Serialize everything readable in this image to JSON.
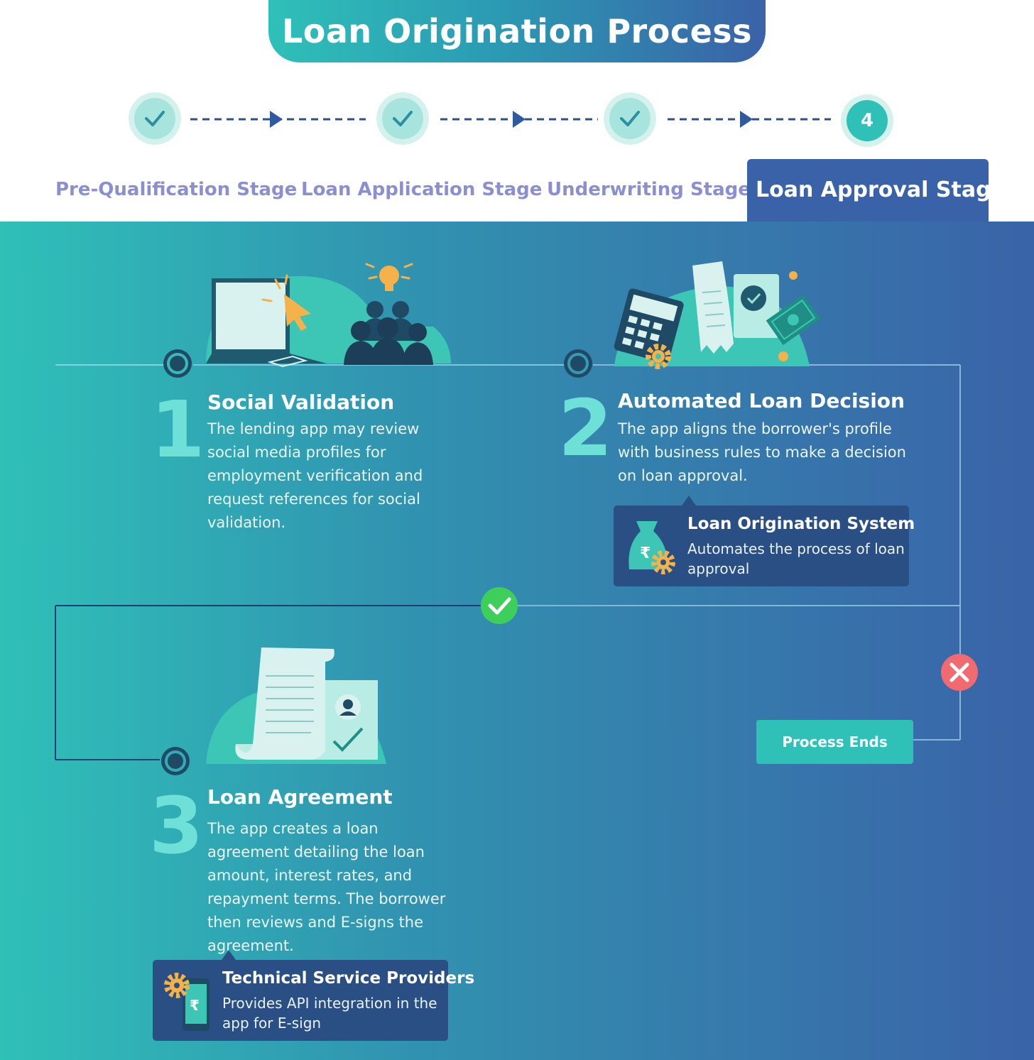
{
  "header": {
    "title": "Loan Origination Process"
  },
  "stepper": {
    "active_step": "4",
    "stages": [
      "Pre-Qualification Stage",
      "Loan Application Stage",
      "Underwriting Stage",
      "Loan Approval Stage"
    ]
  },
  "steps": [
    {
      "number": "1",
      "title": "Social Validation",
      "text": "The lending app may review social media profiles for employment verification and request references for social validation."
    },
    {
      "number": "2",
      "title": "Automated Loan Decision",
      "text": "The app aligns the borrower's profile with business rules to make a decision on loan approval.",
      "box": {
        "title": "Loan Origination System",
        "text": "Automates the process of loan approval"
      }
    },
    {
      "number": "3",
      "title": "Loan Agreement",
      "text": "The app creates a loan agreement detailing the loan amount, interest rates, and repayment terms. The borrower then reviews and E-signs the agreement.",
      "box": {
        "title": "Technical Service Providers",
        "text": "Provides API integration in the app for E-sign"
      }
    }
  ],
  "process_end": {
    "label": "Process Ends"
  },
  "colors": {
    "teal": "#2fc0b8",
    "blue": "#3a62a8",
    "navy_box": "#2a4f84",
    "success": "#3ecf5a",
    "reject": "#f06a70"
  }
}
